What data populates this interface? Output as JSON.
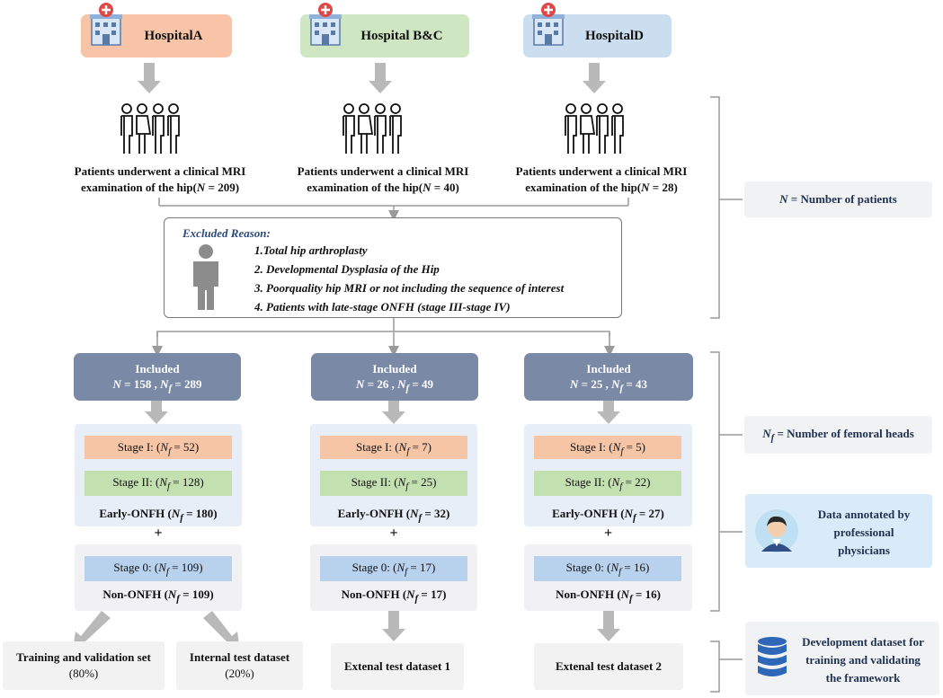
{
  "hospitals": [
    {
      "label": "HospitalA",
      "color": "#f7c4a8"
    },
    {
      "label": "Hospital B&C",
      "color": "#cfe6c3"
    },
    {
      "label": "HospitalD",
      "color": "#cbdeef"
    }
  ],
  "patients": [
    {
      "line1": "Patients underwent a clinical MRI",
      "line2": "examination of the hip(",
      "n": "209"
    },
    {
      "line1": "Patients underwent a clinical MRI",
      "line2": "examination of the hip(",
      "n": "40"
    },
    {
      "line1": "Patients underwent a clinical MRI",
      "line2": "examination of the hip(",
      "n": "28"
    }
  ],
  "excluded": {
    "title": "Excluded Reason:",
    "items": [
      "1.Total hip arthroplasty",
      "2. Developmental Dysplasia of the Hip",
      "3. Poorquality hip MRI or not including the sequence of interest",
      "4. Patients with late-stage ONFH (stage III-stage IV)"
    ]
  },
  "included": [
    {
      "label": "Included",
      "n": "158",
      "nf": "289"
    },
    {
      "label": "Included",
      "n": "26",
      "nf": "49"
    },
    {
      "label": "Included",
      "n": "25",
      "nf": "43"
    }
  ],
  "stages": [
    {
      "stage1": "52",
      "stage2": "128",
      "early": "180",
      "stage0": "109",
      "non": "109"
    },
    {
      "stage1": "7",
      "stage2": "25",
      "early": "32",
      "stage0": "17",
      "non": "17"
    },
    {
      "stage1": "5",
      "stage2": "22",
      "early": "27",
      "stage0": "16",
      "non": "16"
    }
  ],
  "labels": {
    "stage1": "Stage I:",
    "stage2": "Stage II:",
    "stage0": "Stage 0:",
    "early": "Early-ONFH",
    "non": "Non-ONFH",
    "plus": "+",
    "n_sym": "N",
    "nf_sym": "N",
    "f_sub": "f",
    "eq": "=",
    "comma": ",",
    "close": ")"
  },
  "outputs": [
    {
      "line1": "Training and validation set",
      "line2": "(80%)"
    },
    {
      "line1": "Internal test dataset",
      "line2": "(20%)"
    },
    {
      "line1": "Extenal test dataset 1",
      "line2": ""
    },
    {
      "line1": "Extenal test dataset 2",
      "line2": ""
    }
  ],
  "legend": {
    "n_def": "= Number of patients",
    "nf_def": "= Number of femoral heads",
    "annotated": [
      "Data annotated by",
      "professional",
      "physicians"
    ],
    "dev": [
      "Development dataset for",
      "training and validating",
      "the framework"
    ]
  }
}
